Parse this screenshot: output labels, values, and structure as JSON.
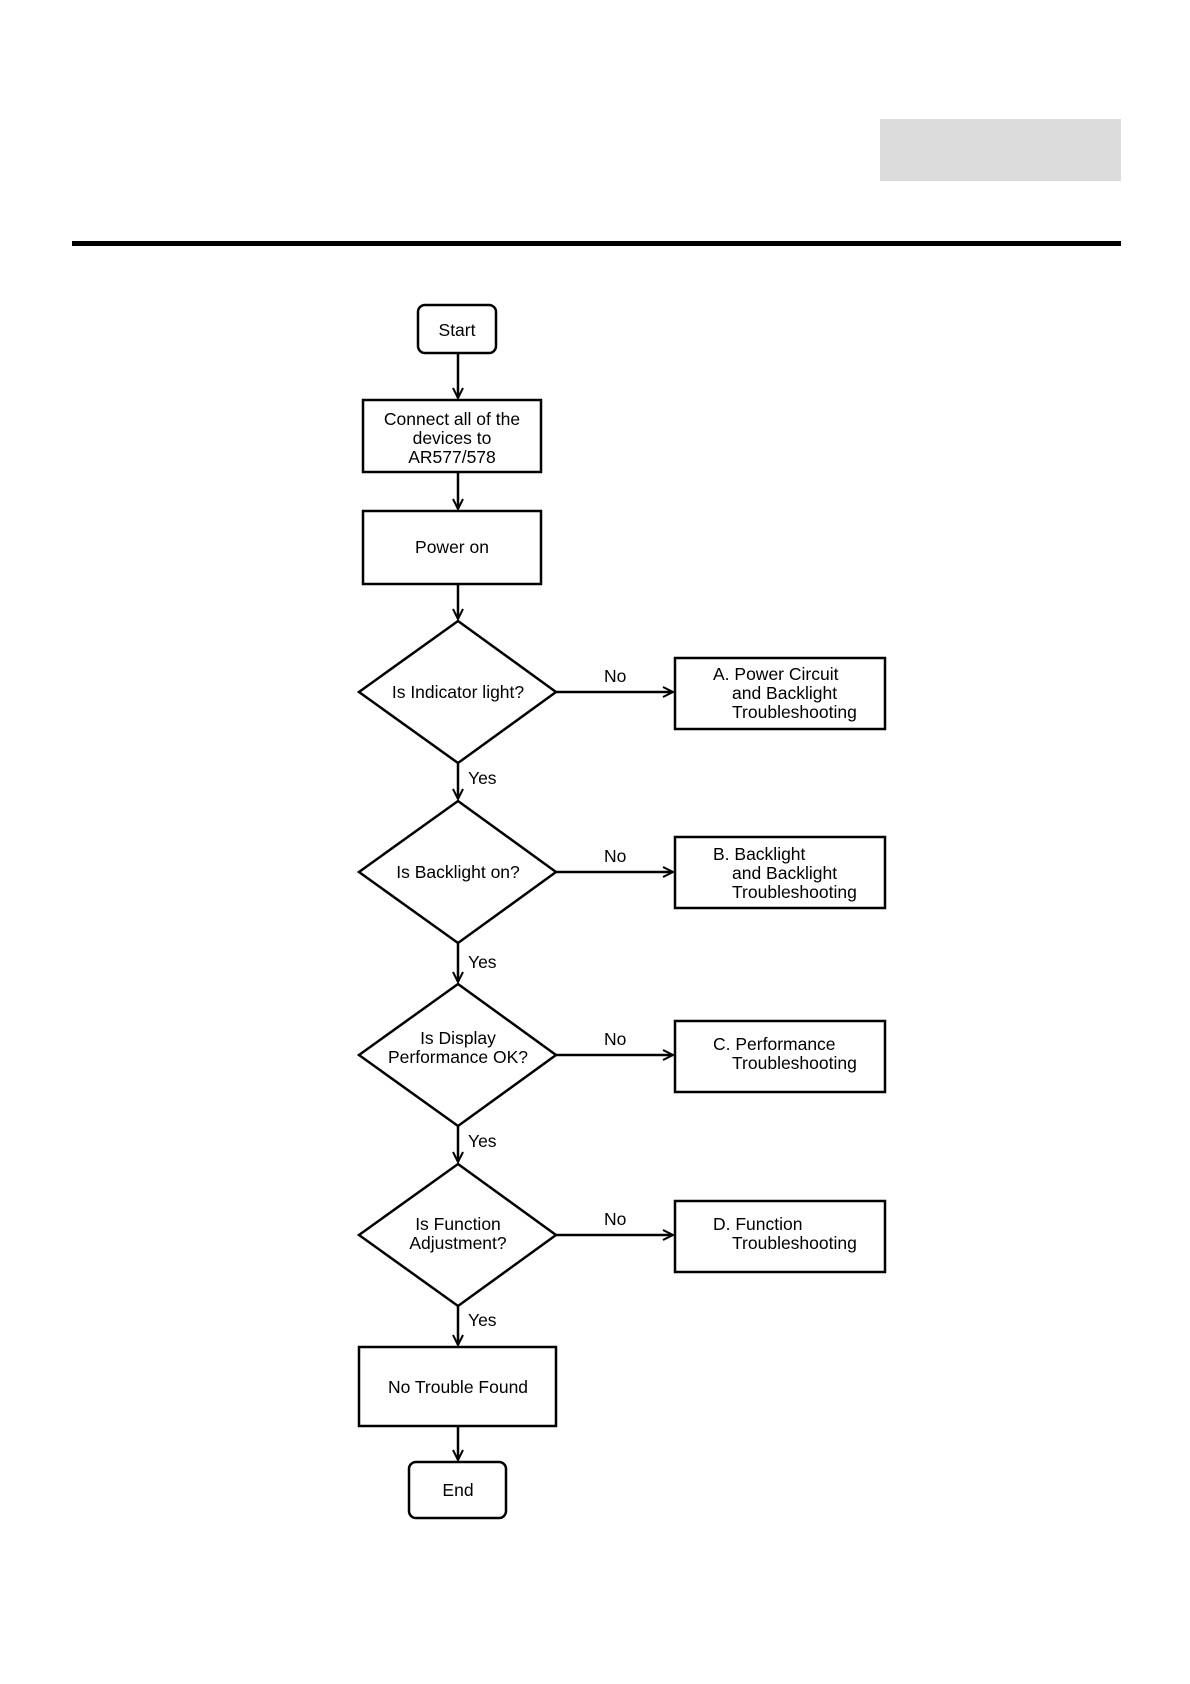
{
  "colors": {
    "header_box": "#dcdcdc",
    "ink": "#000000",
    "background": "#ffffff"
  },
  "flowchart": {
    "start": "Start",
    "connect": [
      "Connect all of the",
      "devices to",
      "AR577/578"
    ],
    "power_on": "Power on",
    "decisions": [
      {
        "question": [
          "Is Indicator light?"
        ],
        "no_label": "No",
        "yes_label": "Yes",
        "no_target": [
          "A. Power Circuit",
          "and Backlight",
          "Troubleshooting"
        ]
      },
      {
        "question": [
          "Is Backlight on?"
        ],
        "no_label": "No",
        "yes_label": "Yes",
        "no_target": [
          "B. Backlight",
          "and Backlight",
          "Troubleshooting"
        ]
      },
      {
        "question": [
          "Is Display",
          "Performance OK?"
        ],
        "no_label": "No",
        "yes_label": "Yes",
        "no_target": [
          "C. Performance",
          "Troubleshooting"
        ]
      },
      {
        "question": [
          "Is Function",
          "Adjustment?"
        ],
        "no_label": "No",
        "yes_label": "Yes",
        "no_target": [
          "D. Function",
          "Troubleshooting"
        ]
      }
    ],
    "no_trouble": "No Trouble Found",
    "end": "End"
  }
}
